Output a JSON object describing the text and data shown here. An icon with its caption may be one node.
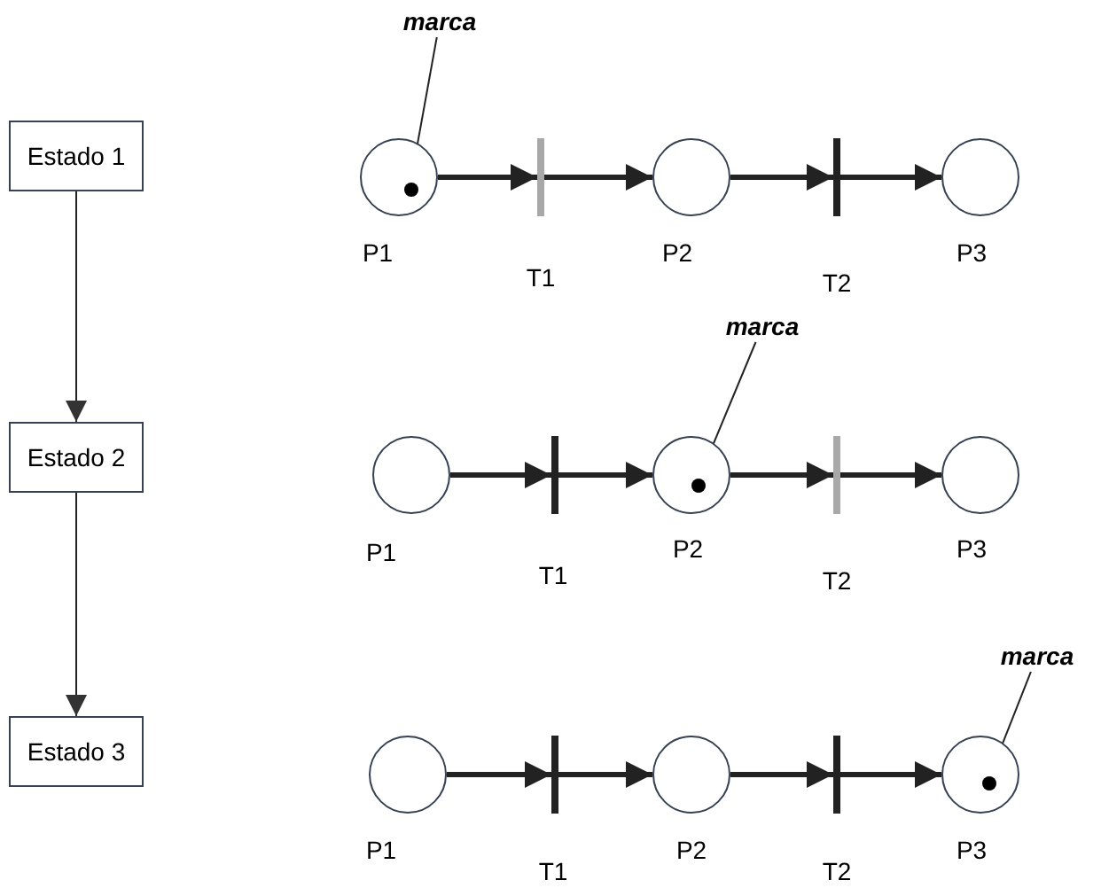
{
  "diagram": {
    "nodes": [
      {
        "text": [
          "Estado 1"
        ]
      },
      {
        "text": [
          "marca"
        ]
      },
      {
        "text": [],
        "shape": "circle",
        "beside": [
          "P1"
        ]
      },
      {
        "text": [],
        "shape": "circle",
        "in": 2
      },
      {
        "text": [],
        "shape": "bar",
        "beside": [
          "T1"
        ]
      },
      {
        "text": [],
        "shape": "circle",
        "beside": [
          "P2"
        ]
      },
      {
        "text": [],
        "shape": "bar",
        "beside": [
          "T2"
        ]
      },
      {
        "text": [],
        "shape": "circle",
        "beside": [
          "P3"
        ]
      },
      {
        "text": [
          "Estado 2"
        ]
      },
      {
        "text": [
          "marca"
        ]
      },
      {
        "text": [],
        "shape": "circle",
        "beside": [
          "P1"
        ]
      },
      {
        "text": [],
        "shape": "bar",
        "beside": [
          "T1"
        ]
      },
      {
        "text": [],
        "shape": "circle",
        "beside": [
          "P2"
        ]
      },
      {
        "text": [],
        "shape": "circle",
        "in": 12
      },
      {
        "text": [],
        "shape": "bar",
        "beside": [
          "T2"
        ]
      },
      {
        "text": [],
        "shape": "circle",
        "beside": [
          "P3"
        ]
      },
      {
        "text": [
          "Estado 3"
        ]
      },
      {
        "text": [
          "marca"
        ]
      },
      {
        "text": [],
        "shape": "circle",
        "beside": [
          "P1"
        ]
      },
      {
        "text": [],
        "shape": "bar",
        "beside": [
          "T1"
        ]
      },
      {
        "text": [],
        "shape": "circle",
        "beside": [
          "P2"
        ]
      },
      {
        "text": [],
        "shape": "bar",
        "beside": [
          "T2"
        ]
      },
      {
        "text": [],
        "shape": "circle",
        "beside": [
          "P3"
        ]
      },
      {
        "text": [],
        "shape": "circle",
        "in": 22
      }
    ],
    "edges": [
      {
        "from": 0,
        "to": 8,
        "arrow": "to"
      },
      {
        "from": 8,
        "to": 16,
        "arrow": "to"
      },
      {
        "from": 1,
        "to": 3,
        "arrow": "none"
      },
      {
        "from": 2,
        "to": 4,
        "arrow": "to"
      },
      {
        "from": 4,
        "to": 5,
        "arrow": "to"
      },
      {
        "from": 5,
        "to": 6,
        "arrow": "to"
      },
      {
        "from": 6,
        "to": 7,
        "arrow": "to"
      },
      {
        "from": 9,
        "to": 13,
        "arrow": "none"
      },
      {
        "from": 10,
        "to": 11,
        "arrow": "to"
      },
      {
        "from": 11,
        "to": 12,
        "arrow": "to"
      },
      {
        "from": 12,
        "to": 14,
        "arrow": "to"
      },
      {
        "from": 14,
        "to": 15,
        "arrow": "to"
      },
      {
        "from": 17,
        "to": 23,
        "arrow": "none"
      },
      {
        "from": 18,
        "to": 19,
        "arrow": "to"
      },
      {
        "from": 19,
        "to": 20,
        "arrow": "to"
      },
      {
        "from": 20,
        "to": 21,
        "arrow": "to"
      },
      {
        "from": 21,
        "to": 22,
        "arrow": "to"
      }
    ]
  }
}
